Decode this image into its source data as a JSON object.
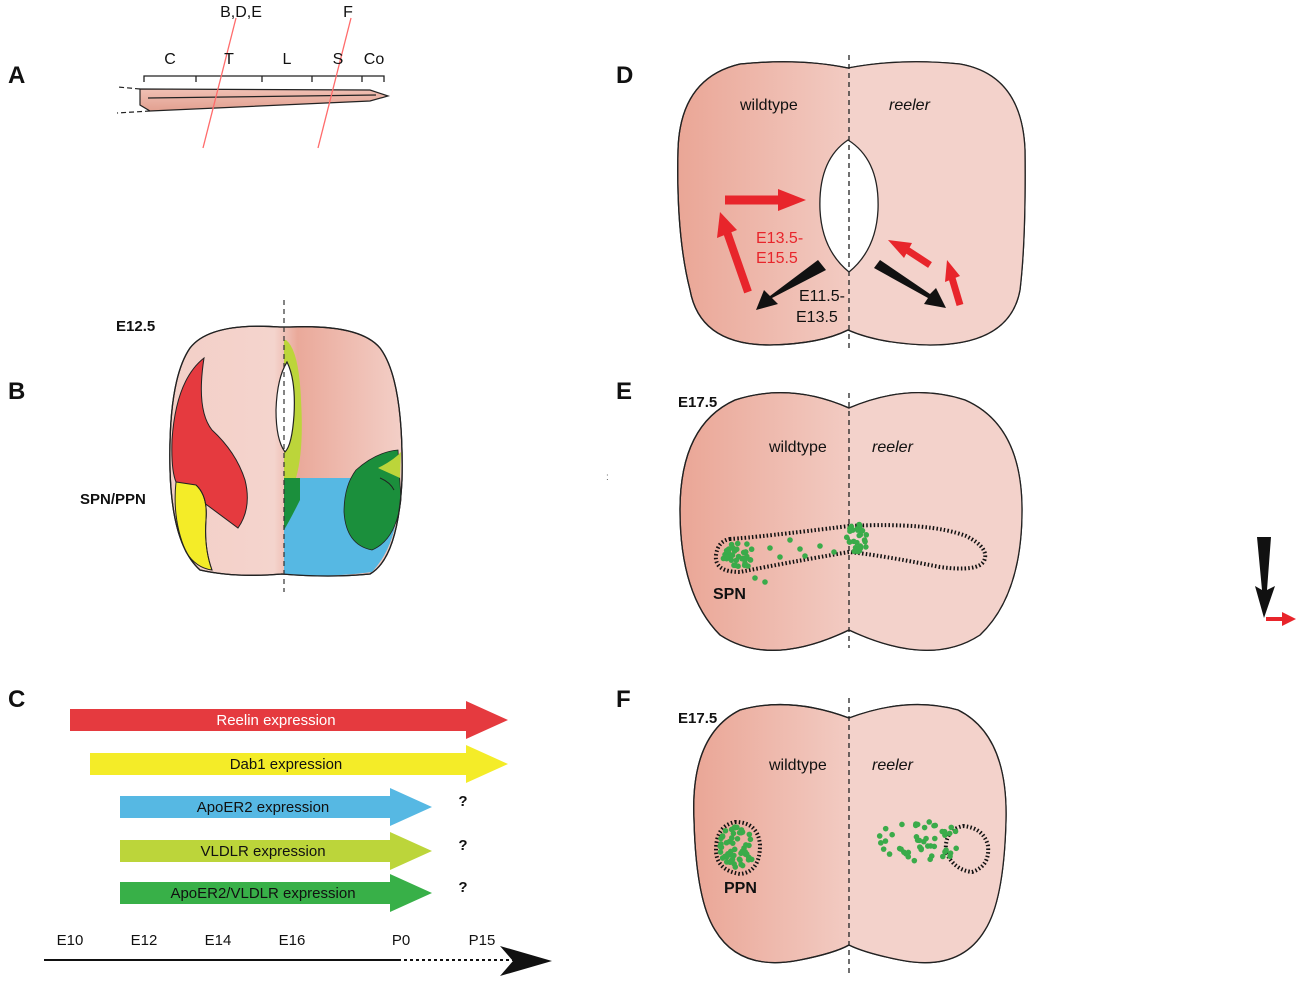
{
  "panel_labels": {
    "a": "A",
    "b": "B",
    "c": "C",
    "d": "D",
    "e": "E",
    "f": "F"
  },
  "panel_a": {
    "segments": [
      "C",
      "T",
      "L",
      "S",
      "Co"
    ],
    "section_line_labels": [
      "B,D,E",
      "F"
    ]
  },
  "panel_b": {
    "stage": "E12.5",
    "nucleus_label": "SPN/PPN"
  },
  "panel_c": {
    "bars": [
      {
        "label": "Reelin expression",
        "color": "#e53a3f",
        "text_color": "#ffffff",
        "end_index": 5
      },
      {
        "label": "Dab1 expression",
        "color": "#f4ec28",
        "text_color": "#111111",
        "end_index": 5
      },
      {
        "label": "ApoER2 expression",
        "color": "#56b8e3",
        "text_color": "#111111",
        "end_index": 4,
        "note": "?"
      },
      {
        "label": "VLDLR expression",
        "color": "#bcd53a",
        "text_color": "#111111",
        "end_index": 4,
        "note": "?"
      },
      {
        "label": "ApoER2/VLDLR expression",
        "color": "#38b048",
        "text_color": "#111111",
        "end_index": 4,
        "note": "?"
      }
    ],
    "timeline": [
      "E10",
      "E12",
      "E14",
      "E16",
      "P0",
      "P15"
    ]
  },
  "panel_d": {
    "wildtype": "wildtype",
    "reeler": "reeler",
    "late_window_line1": "E13.5-",
    "late_window_line2": "E15.5",
    "early_window_line1": "E11.5-",
    "early_window_line2": "E13.5"
  },
  "panel_e": {
    "stage": "E17.5",
    "wildtype": "wildtype",
    "reeler": "reeler",
    "nucleus": "SPN"
  },
  "panel_f": {
    "stage": "E17.5",
    "wildtype": "wildtype",
    "reeler": "reeler",
    "nucleus": "PPN"
  },
  "colors": {
    "tissue": "#f1c9c1",
    "tissue_dark": "#e9a898",
    "reelin_red": "#e53a3f",
    "arrow_red": "#e8252b",
    "neuron_green": "#3aab4a",
    "dab1_yellow": "#f4ec28",
    "apoer2_blue": "#56b8e3",
    "vldlr_lime": "#bcd53a",
    "both_green": "#1b8f3c"
  }
}
